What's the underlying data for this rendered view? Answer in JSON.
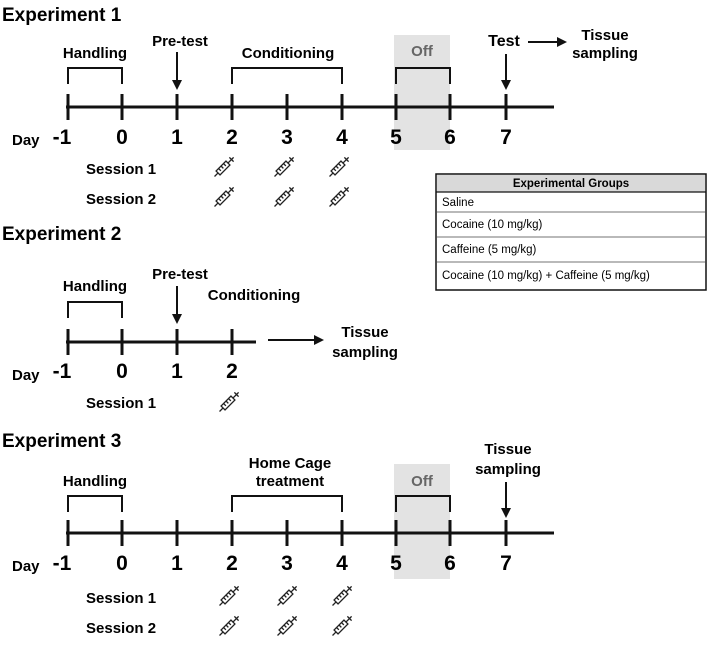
{
  "experiments": [
    {
      "title": "Experiment 1",
      "handling": "Handling",
      "pretest": "Pre-test",
      "conditioning": "Conditioning",
      "off": "Off",
      "test": "Test",
      "tissue1": "Tissue",
      "tissue2": "sampling",
      "day_label": "Day",
      "days": [
        "-1",
        "0",
        "1",
        "2",
        "3",
        "4",
        "5",
        "6",
        "7"
      ],
      "sessions": [
        "Session 1",
        "Session 2"
      ]
    },
    {
      "title": "Experiment 2",
      "handling": "Handling",
      "pretest": "Pre-test",
      "conditioning": "Conditioning",
      "tissue1": "Tissue",
      "tissue2": "sampling",
      "day_label": "Day",
      "days": [
        "-1",
        "0",
        "1",
        "2"
      ],
      "sessions": [
        "Session 1"
      ]
    },
    {
      "title": "Experiment 3",
      "handling": "Handling",
      "home1": "Home Cage",
      "home2": "treatment",
      "off": "Off",
      "tissue1": "Tissue",
      "tissue2": "sampling",
      "day_label": "Day",
      "days": [
        "-1",
        "0",
        "1",
        "2",
        "3",
        "4",
        "5",
        "6",
        "7"
      ],
      "sessions": [
        "Session 1",
        "Session 2"
      ]
    }
  ],
  "groups_table": {
    "header": "Experimental Groups",
    "rows": [
      "Saline",
      "Cocaine (10 mg/kg)",
      "Caffeine (5 mg/kg)",
      "Cocaine (10 mg/kg)  +  Caffeine (5 mg/kg)"
    ]
  },
  "icons": {
    "injection": "syringe-icon"
  },
  "colors": {
    "off_shade": "#e3e3e3",
    "line": "#111111",
    "table_header_bg": "#d9d9d9"
  }
}
